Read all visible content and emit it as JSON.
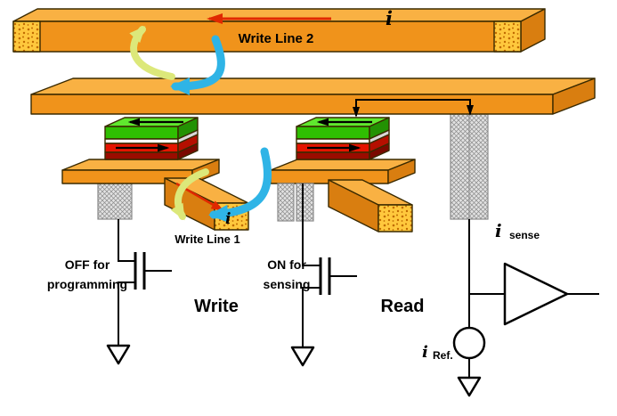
{
  "colors": {
    "orangeTop": "#F9B143",
    "orangeFront": "#F0931B",
    "orangeSide": "#D97E10",
    "speckleBg": "#FFC83D",
    "speckleDot": "#C06A00",
    "outline": "#3A2A00",
    "greenTop": "#5FE82E",
    "greenFront": "#2FBF02",
    "greenSide": "#239203",
    "whiteFront": "#FFFFFF",
    "whiteSide": "#D8D8D8",
    "redFront": "#E51400",
    "redSide": "#B50F00",
    "darkRedFront": "#9A0C00",
    "darkRedSide": "#7A0900",
    "pillarFill": "#E2E2E2",
    "pillarLine": "#8A8A8A",
    "wire": "#000000",
    "arrowRed": "#E02800",
    "arrowCyan": "#2FB4E6",
    "arrowYellow": "#DCE87A"
  },
  "labels": {
    "write_line_2": "Write Line 2",
    "i_top": "i",
    "write_line_1": "Write Line 1",
    "i_wl1": "i",
    "off_line1": "OFF for",
    "off_line2": "programming",
    "write": "Write",
    "on_line1": "ON for",
    "on_line2": "sensing",
    "read": "Read",
    "i_sense": "i",
    "sense_sub": "sense",
    "i_ref": "i",
    "ref_sub": "Ref."
  }
}
